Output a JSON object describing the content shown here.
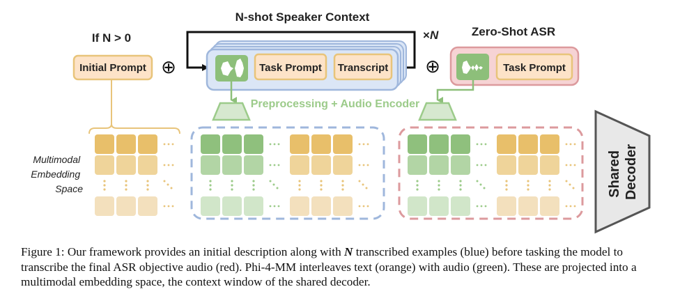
{
  "diagram": {
    "title_nshot": "N-shot Speaker Context",
    "title_if": "If N > 0",
    "title_zero": "Zero-Shot ASR",
    "repeat_label_prefix": "×",
    "repeat_label_var": "N",
    "initial_prompt": "Initial Prompt",
    "task_prompt_nshot": "Task Prompt",
    "transcript": "Transcript",
    "task_prompt_zero": "Task Prompt",
    "encoder_label": "Preprocessing + Audio Encoder",
    "embedding_label": [
      "Multimodal",
      "Embedding",
      "Space"
    ],
    "decoder_label": [
      "Shared",
      "Decoder"
    ],
    "concat_symbol": "⊕",
    "ellipsis": "···",
    "colors": {
      "text_orange_fill": "#fde3c8",
      "text_orange_border": "#e8c47a",
      "audio_green": "#8dbf7a",
      "nshot_blue_fill": "#dbe6f6",
      "nshot_blue_border": "#9fb7dc",
      "zero_red_fill": "#f6d3d4",
      "zero_red_border": "#dc9a9d",
      "encoder_green": "#9ccb8a",
      "decoder_fill": "#e8e8e8",
      "decoder_border": "#555555"
    }
  },
  "caption": {
    "prefix": "Figure 1: Our framework provides an initial description along with ",
    "emph": "N",
    "rest": " transcribed examples (blue) before tasking the model to transcribe the final ASR objective audio (red). Phi-4-MM interleaves text (orange) with audio (green). These are projected into a multimodal embedding space, the context window of the shared decoder."
  }
}
